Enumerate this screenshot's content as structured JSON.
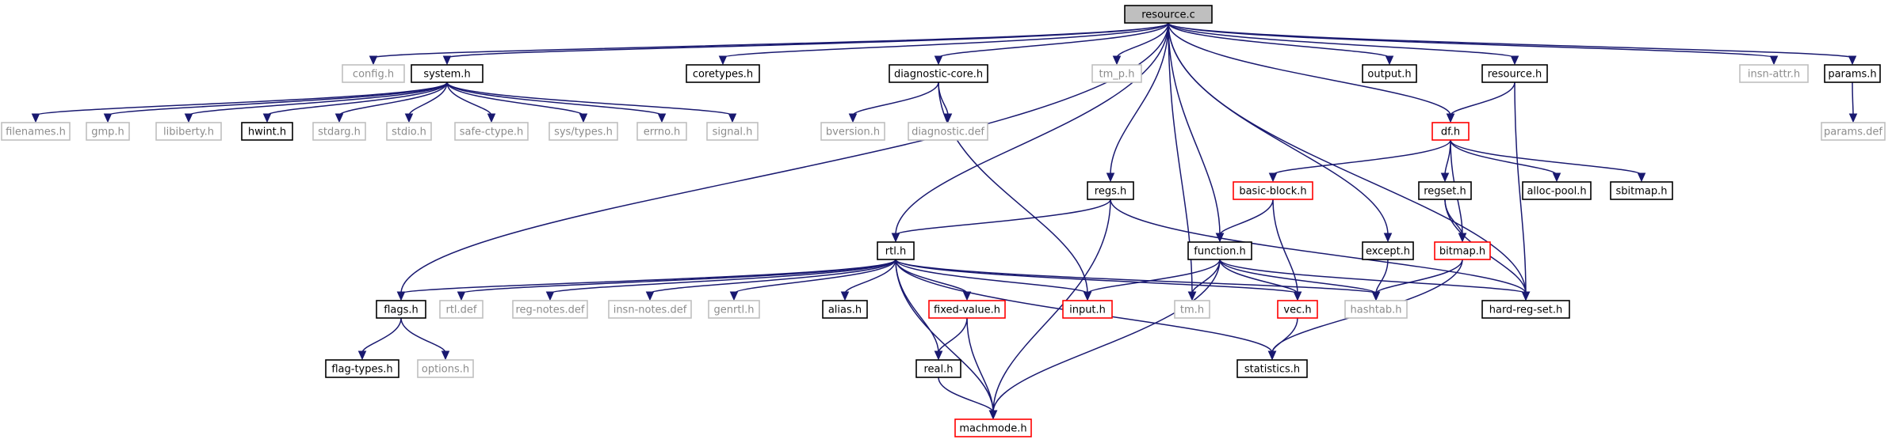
{
  "colors": {
    "edge": "#191970",
    "root_fill": "#bfbfbf",
    "black_border": "#000000",
    "grey_border": "#bfbfbf",
    "red_border": "#ff0000",
    "grey_text": "#8c8c8c"
  },
  "nodes": [
    {
      "id": "resource_c",
      "label": "resource.c",
      "style": "root"
    },
    {
      "id": "config_h",
      "label": "config.h",
      "style": "grey"
    },
    {
      "id": "system_h",
      "label": "system.h",
      "style": "black"
    },
    {
      "id": "coretypes_h",
      "label": "coretypes.h",
      "style": "black"
    },
    {
      "id": "diagnostic_core_h",
      "label": "diagnostic-core.h",
      "style": "black"
    },
    {
      "id": "tm_p_h",
      "label": "tm_p.h",
      "style": "grey"
    },
    {
      "id": "output_h",
      "label": "output.h",
      "style": "black"
    },
    {
      "id": "resource_h",
      "label": "resource.h",
      "style": "black"
    },
    {
      "id": "insn_attr_h",
      "label": "insn-attr.h",
      "style": "grey"
    },
    {
      "id": "params_h",
      "label": "params.h",
      "style": "black"
    },
    {
      "id": "filenames_h",
      "label": "filenames.h",
      "style": "grey"
    },
    {
      "id": "gmp_h",
      "label": "gmp.h",
      "style": "grey"
    },
    {
      "id": "libiberty_h",
      "label": "libiberty.h",
      "style": "grey"
    },
    {
      "id": "hwint_h",
      "label": "hwint.h",
      "style": "black"
    },
    {
      "id": "stdarg_h",
      "label": "stdarg.h",
      "style": "grey"
    },
    {
      "id": "stdio_h",
      "label": "stdio.h",
      "style": "grey"
    },
    {
      "id": "safe_ctype_h",
      "label": "safe-ctype.h",
      "style": "grey"
    },
    {
      "id": "sys_types_h",
      "label": "sys/types.h",
      "style": "grey"
    },
    {
      "id": "errno_h",
      "label": "errno.h",
      "style": "grey"
    },
    {
      "id": "signal_h",
      "label": "signal.h",
      "style": "grey"
    },
    {
      "id": "bversion_h",
      "label": "bversion.h",
      "style": "grey"
    },
    {
      "id": "diagnostic_def",
      "label": "diagnostic.def",
      "style": "grey"
    },
    {
      "id": "df_h",
      "label": "df.h",
      "style": "red"
    },
    {
      "id": "params_def",
      "label": "params.def",
      "style": "grey"
    },
    {
      "id": "basic_block_h",
      "label": "basic-block.h",
      "style": "red"
    },
    {
      "id": "regs_h",
      "label": "regs.h",
      "style": "black"
    },
    {
      "id": "regset_h",
      "label": "regset.h",
      "style": "black"
    },
    {
      "id": "alloc_pool_h",
      "label": "alloc-pool.h",
      "style": "black"
    },
    {
      "id": "sbitmap_h",
      "label": "sbitmap.h",
      "style": "black"
    },
    {
      "id": "rtl_h",
      "label": "rtl.h",
      "style": "black"
    },
    {
      "id": "function_h",
      "label": "function.h",
      "style": "black"
    },
    {
      "id": "except_h",
      "label": "except.h",
      "style": "black"
    },
    {
      "id": "bitmap_h",
      "label": "bitmap.h",
      "style": "red"
    },
    {
      "id": "flags_h",
      "label": "flags.h",
      "style": "black"
    },
    {
      "id": "rtl_def",
      "label": "rtl.def",
      "style": "grey"
    },
    {
      "id": "reg_notes_def",
      "label": "reg-notes.def",
      "style": "grey"
    },
    {
      "id": "insn_notes_def",
      "label": "insn-notes.def",
      "style": "grey"
    },
    {
      "id": "genrtl_h",
      "label": "genrtl.h",
      "style": "grey"
    },
    {
      "id": "alias_h",
      "label": "alias.h",
      "style": "black"
    },
    {
      "id": "fixed_value_h",
      "label": "fixed-value.h",
      "style": "red"
    },
    {
      "id": "input_h",
      "label": "input.h",
      "style": "red"
    },
    {
      "id": "tm_h",
      "label": "tm.h",
      "style": "grey"
    },
    {
      "id": "vec_h",
      "label": "vec.h",
      "style": "red"
    },
    {
      "id": "hashtab_h",
      "label": "hashtab.h",
      "style": "grey"
    },
    {
      "id": "hard_reg_set_h",
      "label": "hard-reg-set.h",
      "style": "black"
    },
    {
      "id": "flag_types_h",
      "label": "flag-types.h",
      "style": "black"
    },
    {
      "id": "options_h",
      "label": "options.h",
      "style": "grey"
    },
    {
      "id": "real_h",
      "label": "real.h",
      "style": "black"
    },
    {
      "id": "statistics_h",
      "label": "statistics.h",
      "style": "black"
    },
    {
      "id": "machmode_h",
      "label": "machmode.h",
      "style": "red"
    }
  ],
  "edges": [
    [
      "resource_c",
      "config_h"
    ],
    [
      "resource_c",
      "system_h"
    ],
    [
      "resource_c",
      "coretypes_h"
    ],
    [
      "resource_c",
      "diagnostic_core_h"
    ],
    [
      "resource_c",
      "tm_p_h"
    ],
    [
      "resource_c",
      "output_h"
    ],
    [
      "resource_c",
      "resource_h"
    ],
    [
      "resource_c",
      "insn_attr_h"
    ],
    [
      "resource_c",
      "params_h"
    ],
    [
      "resource_c",
      "df_h"
    ],
    [
      "resource_c",
      "hard_reg_set_h"
    ],
    [
      "resource_c",
      "flags_h"
    ],
    [
      "resource_c",
      "rtl_h"
    ],
    [
      "resource_c",
      "regs_h"
    ],
    [
      "resource_c",
      "tm_h"
    ],
    [
      "resource_c",
      "function_h"
    ],
    [
      "resource_c",
      "except_h"
    ],
    [
      "system_h",
      "filenames_h"
    ],
    [
      "system_h",
      "gmp_h"
    ],
    [
      "system_h",
      "libiberty_h"
    ],
    [
      "system_h",
      "hwint_h"
    ],
    [
      "system_h",
      "stdarg_h"
    ],
    [
      "system_h",
      "stdio_h"
    ],
    [
      "system_h",
      "safe_ctype_h"
    ],
    [
      "system_h",
      "sys_types_h"
    ],
    [
      "system_h",
      "errno_h"
    ],
    [
      "system_h",
      "signal_h"
    ],
    [
      "diagnostic_core_h",
      "bversion_h"
    ],
    [
      "diagnostic_core_h",
      "diagnostic_def"
    ],
    [
      "diagnostic_core_h",
      "input_h"
    ],
    [
      "resource_h",
      "df_h"
    ],
    [
      "resource_h",
      "hard_reg_set_h"
    ],
    [
      "params_h",
      "params_def"
    ],
    [
      "df_h",
      "basic_block_h"
    ],
    [
      "df_h",
      "regset_h"
    ],
    [
      "df_h",
      "alloc_pool_h"
    ],
    [
      "df_h",
      "sbitmap_h"
    ],
    [
      "df_h",
      "bitmap_h"
    ],
    [
      "basic_block_h",
      "function_h"
    ],
    [
      "basic_block_h",
      "vec_h"
    ],
    [
      "regs_h",
      "rtl_h"
    ],
    [
      "regs_h",
      "hard_reg_set_h"
    ],
    [
      "regs_h",
      "machmode_h"
    ],
    [
      "regset_h",
      "bitmap_h"
    ],
    [
      "regset_h",
      "hard_reg_set_h"
    ],
    [
      "bitmap_h",
      "hashtab_h"
    ],
    [
      "bitmap_h",
      "statistics_h"
    ],
    [
      "except_h",
      "hashtab_h"
    ],
    [
      "function_h",
      "input_h"
    ],
    [
      "function_h",
      "tm_h"
    ],
    [
      "function_h",
      "vec_h"
    ],
    [
      "function_h",
      "hashtab_h"
    ],
    [
      "function_h",
      "hard_reg_set_h"
    ],
    [
      "function_h",
      "machmode_h"
    ],
    [
      "rtl_h",
      "flags_h"
    ],
    [
      "rtl_h",
      "rtl_def"
    ],
    [
      "rtl_h",
      "reg_notes_def"
    ],
    [
      "rtl_h",
      "insn_notes_def"
    ],
    [
      "rtl_h",
      "genrtl_h"
    ],
    [
      "rtl_h",
      "alias_h"
    ],
    [
      "rtl_h",
      "fixed_value_h"
    ],
    [
      "rtl_h",
      "input_h"
    ],
    [
      "rtl_h",
      "real_h"
    ],
    [
      "rtl_h",
      "vec_h"
    ],
    [
      "rtl_h",
      "hashtab_h"
    ],
    [
      "rtl_h",
      "statistics_h"
    ],
    [
      "rtl_h",
      "machmode_h"
    ],
    [
      "flags_h",
      "flag_types_h"
    ],
    [
      "flags_h",
      "options_h"
    ],
    [
      "fixed_value_h",
      "real_h"
    ],
    [
      "fixed_value_h",
      "machmode_h"
    ],
    [
      "real_h",
      "machmode_h"
    ],
    [
      "vec_h",
      "statistics_h"
    ]
  ]
}
